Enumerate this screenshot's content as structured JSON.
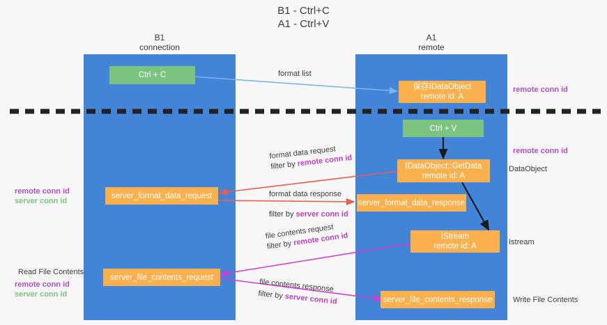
{
  "title": "B1 - Ctrl+C\nA1 - Ctrl+V",
  "colors": {
    "lane": "#4285d8",
    "node_green": "#7ac47f",
    "node_orange": "#fbb04e",
    "remote_conn": "#b14fc8",
    "server_conn": "#7ac47f",
    "arrow_format_list": "#7fb3e8",
    "arrow_format_data": "#ef5b4c",
    "arrow_file_contents": "#d63ad6",
    "arrow_black": "#1a1a1a",
    "divider": "#222222",
    "background": "#f7f7f7"
  },
  "columns": [
    {
      "name": "B1",
      "sub": "connection",
      "header": "B1\nconnection"
    },
    {
      "name": "A1",
      "sub": "remote",
      "header": "A1\nremote"
    }
  ],
  "nodes": {
    "ctrl_c": "Ctrl + C",
    "ctrl_v": "Ctrl + V",
    "save_idataobject": "保存IDataObject\nremote id: A",
    "getdata": "IDataObject::GetData\nremote id: A",
    "server_format_data_request": "server_format_data_request",
    "server_format_data_response": "server_format_data_response",
    "istream": "IStream\nremote id: A",
    "server_file_contents_request": "server_file_contents_request",
    "server_file_contents_response": "server_file_contents_response"
  },
  "edges": {
    "format_list": "format list",
    "format_data_request": "format data request",
    "format_data_request_filter_prefix": "filter by ",
    "format_data_request_filter_key": "remote conn id",
    "format_data_response": "format data response",
    "format_data_response_filter_prefix": "filter by ",
    "format_data_response_filter_key": "server conn id",
    "file_contents_request": "file contents request",
    "file_contents_request_filter_prefix": "filter by ",
    "file_contents_request_filter_key": "remote conn id",
    "file_contents_response": "file contents response",
    "file_contents_response_filter_prefix": "filter by ",
    "file_contents_response_filter_key": "server conn id"
  },
  "annotations": {
    "right_remote_conn_top": "remote conn id",
    "right_remote_conn_mid": "remote conn id",
    "right_dataobject": "DataObject",
    "right_istream": "Istream",
    "right_write_file_contents": "Write File Contents",
    "left_remote_conn_mid": "remote conn id",
    "left_server_conn_mid": "server conn id",
    "left_read_file_contents": "Read File Contents",
    "left_remote_conn_bottom": "remote conn id",
    "left_server_conn_bottom": "server conn id"
  }
}
